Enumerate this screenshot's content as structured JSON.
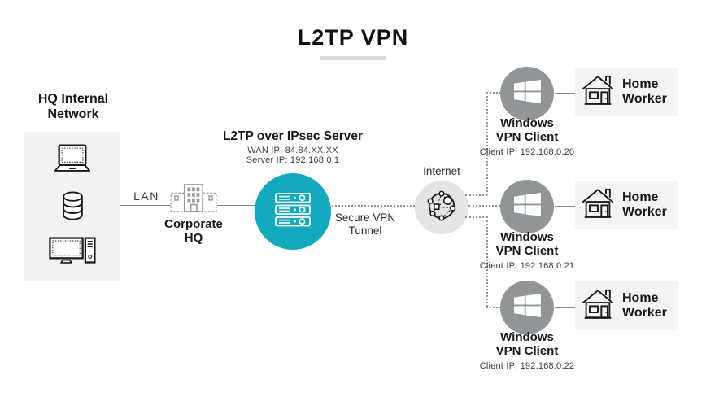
{
  "title": "L2TP VPN",
  "hq": {
    "heading_lines": [
      "HQ Internal",
      "Network"
    ],
    "icons": [
      "laptop-icon",
      "database-icon",
      "desktop-icon"
    ]
  },
  "lan_label": "LAN",
  "corporate_hq": {
    "label_lines": [
      "Corporate",
      "HQ"
    ]
  },
  "vpn_server": {
    "title": "L2TP over IPsec Server",
    "wan_ip": "WAN IP: 84.84.XX.XX",
    "server_ip": "Server IP: 192.168.0.1"
  },
  "tunnel_label_lines": [
    "Secure VPN",
    "Tunnel"
  ],
  "internet_label": "Internet",
  "clients": [
    {
      "name_lines": [
        "Windows",
        "VPN Client"
      ],
      "client_ip": "Client IP: 192.168.0.20"
    },
    {
      "name_lines": [
        "Windows",
        "VPN Client"
      ],
      "client_ip": "Client IP: 192.168.0.21"
    },
    {
      "name_lines": [
        "Windows",
        "VPN Client"
      ],
      "client_ip": "Client IP: 192.168.0.22"
    }
  ],
  "home_worker_label_lines": [
    "Home",
    "Worker"
  ],
  "colors": {
    "accent_teal": "#12A9BC",
    "client_gray": "#909598",
    "internet_gray": "#E4E4E4",
    "panel_gray": "#F3F3F3",
    "home_panel_gray": "#F4F4F3",
    "line_gray": "#8C8C8C",
    "building_gray": "#9B9B9B",
    "text_dark": "#1A1A1A",
    "title_underline": "#D9D9D9"
  }
}
